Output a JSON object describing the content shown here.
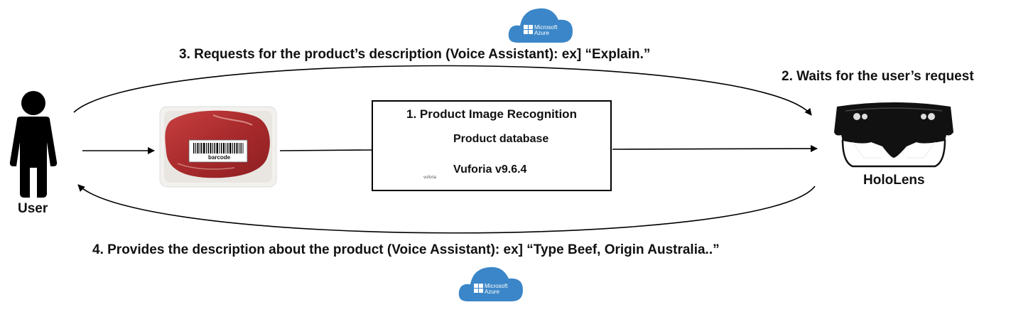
{
  "steps": {
    "step1": "1. Product Image Recognition",
    "step2": "2. Waits for the user’s request",
    "step3": "3. Requests for the product’s description (Voice Assistant): ex] “Explain.”",
    "step4": "4. Provides the description about the product (Voice Assistant): ex] “Type Beef, Origin Australia..”"
  },
  "actors": {
    "user": "User",
    "device": "HoloLens"
  },
  "recognition_box": {
    "database_label": "Product database",
    "vuforia_label": "Vuforia v9.6.4",
    "vuforia_logo_text": "vuforia"
  },
  "product": {
    "barcode_label": "barcode"
  },
  "azure": {
    "line1": "Microsoft",
    "line2": "Azure"
  },
  "colors": {
    "azure_blue": "#3a86c8",
    "database_blue": "#1f8ef1",
    "meat_red": "#b52f30",
    "arrow": "#000000"
  },
  "icons": [
    "user-icon",
    "azure-cloud-icon",
    "database-icon",
    "vuforia-logo-icon",
    "meat-tray-icon",
    "hololens-icon"
  ]
}
